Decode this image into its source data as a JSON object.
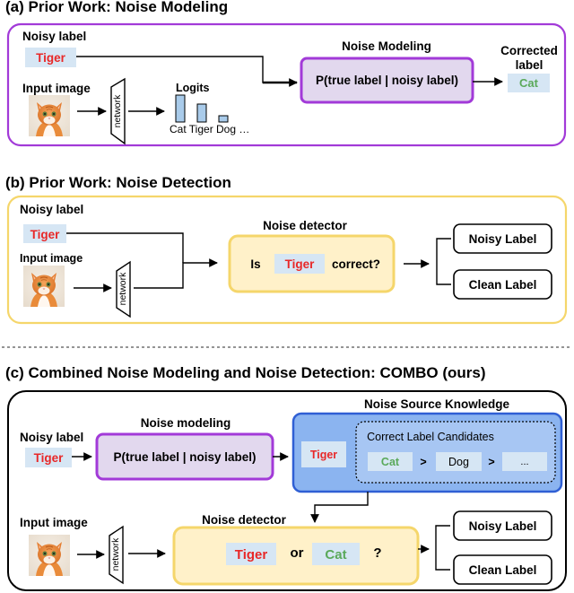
{
  "panel_a": {
    "heading": "(a) Prior Work: Noise Modeling",
    "noisy_label_title": "Noisy label",
    "noisy_label_value": "Tiger",
    "input_image_title": "Input image",
    "network_label": "network",
    "logits_title": "Logits",
    "logits_classes": "Cat Tiger Dog …",
    "noise_modeling_title": "Noise Modeling",
    "noise_modeling_formula": "P(true label | noisy label)",
    "corrected_title_line1": "Corrected",
    "corrected_title_line2": "label",
    "corrected_value": "Cat"
  },
  "panel_b": {
    "heading": "(b) Prior Work: Noise Detection",
    "noisy_label_title": "Noisy label",
    "noisy_label_value": "Tiger",
    "input_image_title": "Input image",
    "network_label": "network",
    "detector_title": "Noise detector",
    "question_prefix": "Is",
    "question_value": "Tiger",
    "question_suffix": "correct?",
    "output_noisy": "Noisy Label",
    "output_clean": "Clean Label"
  },
  "panel_c": {
    "heading": "(c) Combined Noise Modeling and Noise Detection: COMBO (ours)",
    "noisy_label_title": "Noisy label",
    "noisy_label_value": "Tiger",
    "noise_modeling_title": "Noise modeling",
    "noise_modeling_formula": "P(true label | noisy label)",
    "knowledge_title": "Noise Source Knowledge",
    "knowledge_tiger": "Tiger",
    "candidates_title": "Correct Label Candidates",
    "candidate_1": "Cat",
    "candidate_sep": ">",
    "candidate_2": "Dog",
    "candidate_3": "...",
    "input_image_title": "Input image",
    "network_label": "network",
    "detector_title": "Noise detector",
    "option_1": "Tiger",
    "option_or": "or",
    "option_2": "Cat",
    "option_q": "?",
    "output_noisy": "Noisy Label",
    "output_clean": "Clean Label"
  },
  "colors": {
    "purple": "#a23ad8",
    "purple_fill": "#e2d8ee",
    "gold": "#f5d66b",
    "gold_fill": "#fff1c9",
    "blue": "#2f5fd4",
    "blue_fill": "#8bb4f0",
    "label_box": "#d6e6f4",
    "tiger_red": "#e82828",
    "cat_green": "#5aa95a"
  }
}
